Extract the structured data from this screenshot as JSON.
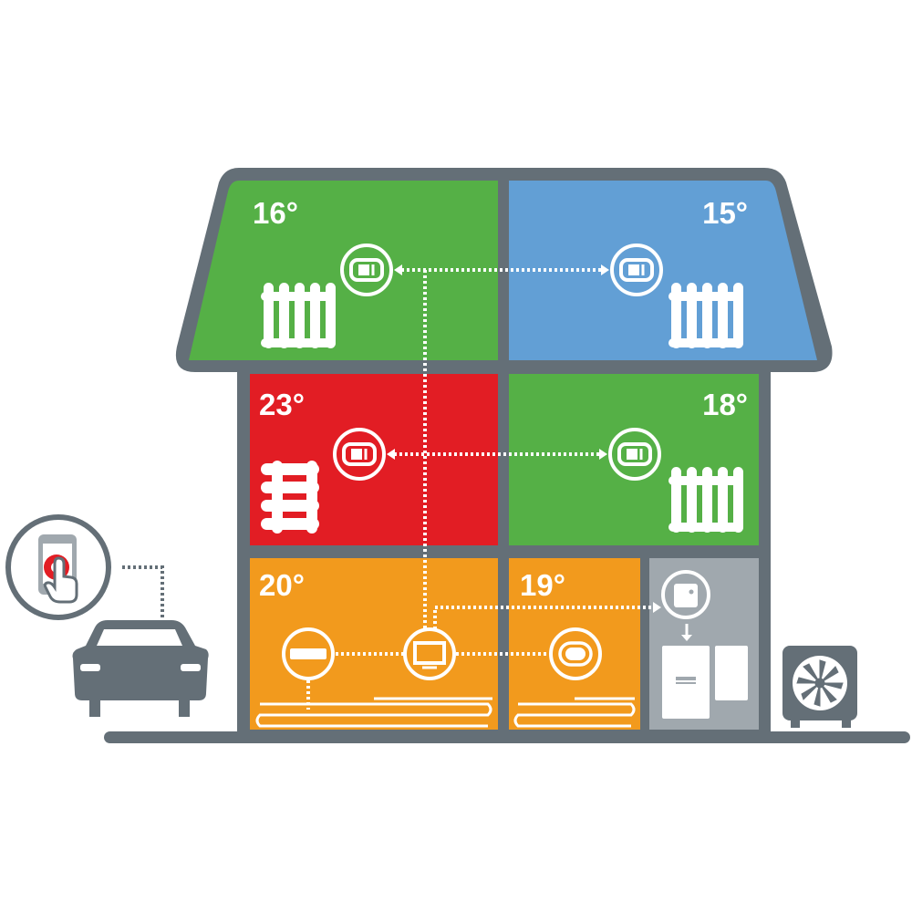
{
  "rooms": [
    {
      "id": "attic-left",
      "temperature": "16°",
      "color": "#55b046",
      "heating": "radiator",
      "control": "radiator-thermostat"
    },
    {
      "id": "attic-right",
      "temperature": "15°",
      "color": "#629fd5",
      "heating": "radiator",
      "control": "radiator-thermostat"
    },
    {
      "id": "middle-left",
      "temperature": "23°",
      "color": "#e21d24",
      "heating": "towel-radiator",
      "control": "radiator-thermostat"
    },
    {
      "id": "middle-right",
      "temperature": "18°",
      "color": "#55b046",
      "heating": "radiator",
      "control": "radiator-thermostat"
    },
    {
      "id": "ground-left",
      "temperature": "20°",
      "color": "#f29a1d",
      "heating": "underfloor-heating",
      "control": "floor-heating-controller"
    },
    {
      "id": "ground-middle",
      "temperature": "19°",
      "color": "#f29a1d",
      "heating": "underfloor-heating",
      "control": "room-thermostat"
    }
  ],
  "utility_room": {
    "color": "#a0a8ae",
    "devices": [
      "heating-gateway",
      "boiler",
      "hot-water-tank"
    ]
  },
  "outdoor": {
    "devices": [
      "heat-pump",
      "car",
      "smartphone-app"
    ]
  },
  "colors": {
    "frame": "#646f77",
    "link": "#ffffff",
    "accent": "#e21d24"
  }
}
